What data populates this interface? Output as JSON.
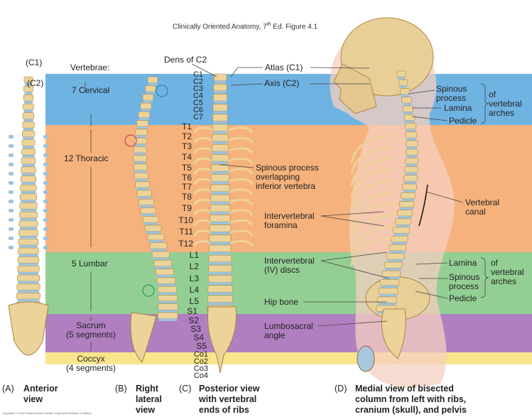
{
  "title": {
    "main": "Clinically Oriented Anatomy, 7",
    "sup": "th",
    "rest": " Ed. Figure 4.1"
  },
  "colors": {
    "cervical": "#6fb3e3",
    "thoracic": "#f6b27c",
    "lumbar": "#93cf94",
    "sacrum": "#b07fc0",
    "coccyx": "#f8e58c",
    "bone": "#ecd39a",
    "disc": "#9cc3dd",
    "skin": "#f5cfc0"
  },
  "anterior": {
    "c1": "(C1)",
    "c2": "(C2)"
  },
  "regions": {
    "heading": "Vertebrae:",
    "cervical": "7 Cervical",
    "thoracic": "12 Thoracic",
    "lumbar": "5 Lumbar",
    "sacrum": "Sacrum",
    "sacrum_sub": "(5 segments)",
    "coccyx": "Coccyx",
    "coccyx_sub": "(4 segments)"
  },
  "posterior": {
    "dens": "Dens of C2",
    "levels": [
      "C1",
      "C2",
      "C3",
      "C4",
      "C5",
      "C6",
      "C7",
      "T1",
      "T2",
      "T3",
      "T4",
      "T5",
      "T6",
      "T7",
      "T8",
      "T9",
      "T10",
      "T11",
      "T12",
      "L1",
      "L2",
      "L3",
      "L4",
      "L5",
      "S1",
      "S2",
      "S3",
      "S4",
      "S5",
      "Co1",
      "Co2",
      "Co3",
      "Co4"
    ]
  },
  "middle_labels": {
    "atlas": "Atlas (C1)",
    "axis": "Axis (C2)",
    "spinous_overlap": [
      "Spinous process",
      "overlapping",
      "inferior vertebra"
    ],
    "iv_foramina": [
      "Intervertebral",
      "foramina"
    ],
    "iv_discs": [
      "Intervertebral",
      "(IV) discs"
    ],
    "hip_bone": "Hip bone",
    "lumbosacral": [
      "Lumbosacral",
      "angle"
    ]
  },
  "right_labels": {
    "upper": {
      "spinous": [
        "Spinous",
        "process"
      ],
      "lamina": "Lamina",
      "pedicle": "Pedicle",
      "group": [
        "of",
        "vertebral",
        "arches"
      ]
    },
    "canal": [
      "Vertebral",
      "canal"
    ],
    "lower": {
      "lamina": "Lamina",
      "spinous": [
        "Spinous",
        "process"
      ],
      "pedicle": "Pedicle",
      "group": [
        "of",
        "vertebral",
        "arches"
      ]
    }
  },
  "captions": [
    {
      "key": "(A)",
      "lines": [
        "Anterior",
        "view"
      ]
    },
    {
      "key": "(B)",
      "lines": [
        "Right",
        "lateral",
        "view"
      ]
    },
    {
      "key": "(C)",
      "lines": [
        "Posterior view",
        "with vertebral",
        "ends of ribs"
      ]
    },
    {
      "key": "(D)",
      "lines": [
        "Medial view of bisected",
        "column from left with ribs,",
        "cranium (skull), and pelvis"
      ]
    }
  ],
  "copyright": "Copyright © 2014 Wolters Kluwer Health | Lippincott Williams & Wilkins"
}
